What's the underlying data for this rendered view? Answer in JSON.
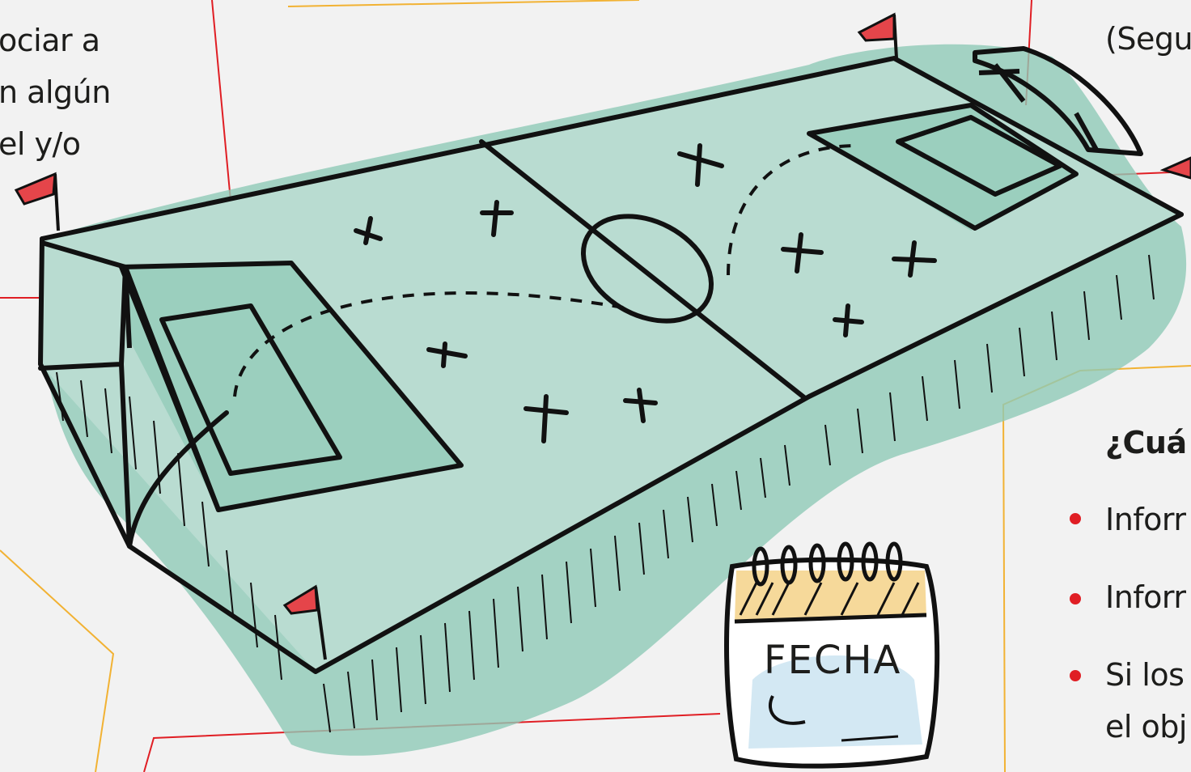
{
  "colors": {
    "background": "#f2f2f2",
    "red_line": "#e01e24",
    "yellow_line": "#f2b233",
    "field_fill": "#b9dcd1",
    "field_shade": "#8fc9b6",
    "ink": "#111111",
    "flag": "#e5454a",
    "calendar_top": "#f5d58f",
    "calendar_body": "#d3e8f3",
    "bullet": "#e01e24"
  },
  "left_text": {
    "line1": "ociar a",
    "line2": "n algún",
    "line3": "el y/o"
  },
  "top_right_text": {
    "line1": "(Segu"
  },
  "right_panel": {
    "heading": "¿Cuá",
    "items": [
      {
        "text": "Inforr"
      },
      {
        "text": "Inforr"
      },
      {
        "text": "Si los"
      }
    ],
    "continuation": "el obj"
  },
  "illustration": {
    "name": "soccer-field-sketch",
    "calendar_label": "FECHA"
  },
  "icons": {
    "flag": "flag-icon",
    "goal": "goal-icon",
    "calendar": "calendar-icon"
  }
}
